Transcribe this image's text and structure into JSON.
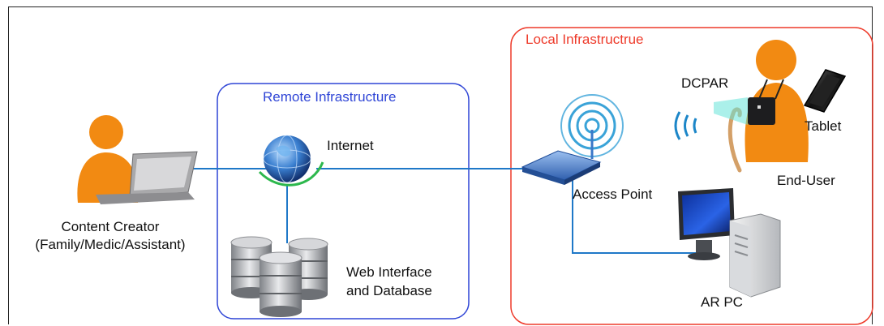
{
  "remote": {
    "title": "Remote Infrastructure"
  },
  "local": {
    "title": "Local Infrastructrue"
  },
  "nodes": {
    "content_creator": {
      "line1": "Content Creator",
      "line2": "(Family/Medic/Assistant)"
    },
    "internet": {
      "label": "Internet"
    },
    "web_db": {
      "line1": "Web Interface",
      "line2": "and Database"
    },
    "access_point": {
      "label": "Access Point"
    },
    "ar_pc": {
      "label": "AR PC"
    },
    "dcpar": {
      "label": "DCPAR"
    },
    "tablet": {
      "label": "Tablet"
    },
    "end_user": {
      "label": "End-User"
    }
  },
  "colors": {
    "remote_border": "#2f45d6",
    "local_border": "#ee3a2a",
    "link": "#1f78c8",
    "person": "#f28a12"
  }
}
